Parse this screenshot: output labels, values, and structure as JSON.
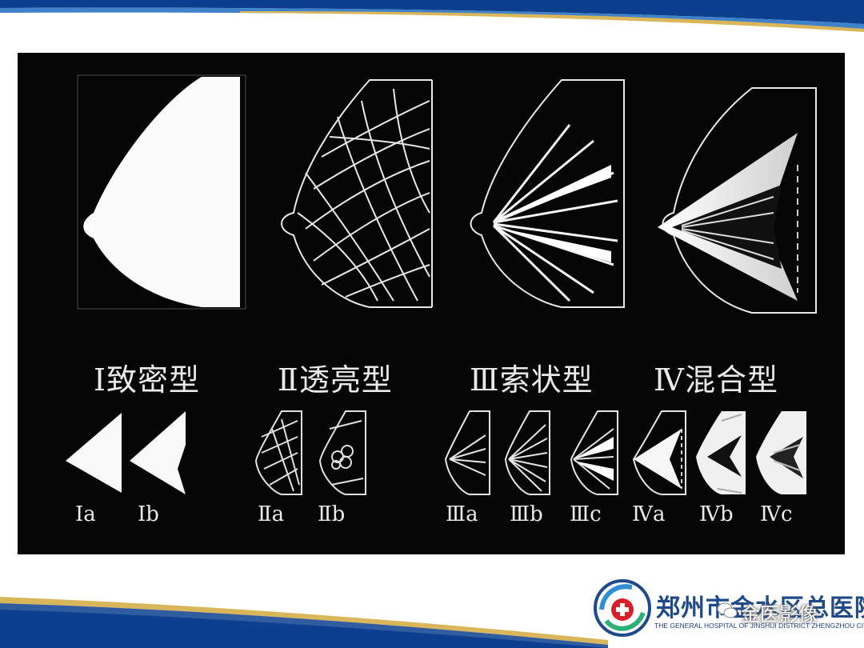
{
  "labels": {
    "type1": "Ⅰ致密型",
    "type2": "Ⅱ透亮型",
    "type3": "Ⅲ索状型",
    "type4": "Ⅳ混合型",
    "sub_1a": "Ⅰa",
    "sub_1b": "Ⅰb",
    "sub_2a": "Ⅱa",
    "sub_2b": "Ⅱb",
    "sub_3a": "Ⅲa",
    "sub_3b": "Ⅲb",
    "sub_3c": "Ⅲc",
    "sub_4a": "Ⅳa",
    "sub_4b": "Ⅳb",
    "sub_4c": "Ⅳc"
  },
  "branding": {
    "name_cn": "郑州市金水区总医院",
    "name_en": "THE GENERAL HOSPITAL OF JINSHUI DISTRICT ZHENGZHOU CITY",
    "watermark": "金医影像"
  },
  "colors": {
    "band_blue": "#0d3f8f",
    "band_gold": "#d9b65a",
    "panel_bg": "#060606",
    "logo_red": "#d9202a"
  }
}
